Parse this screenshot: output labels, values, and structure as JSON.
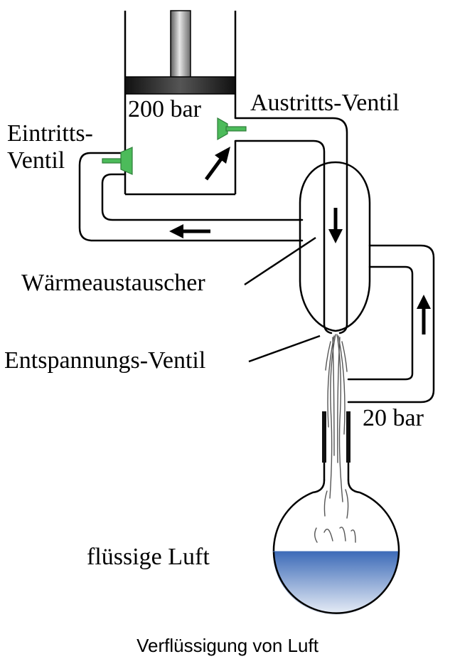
{
  "labels": {
    "pressure_high": "200 bar",
    "outlet_valve": "Austritts-Ventil",
    "inlet_valve_line1": "Eintritts-",
    "inlet_valve_line2": "Ventil",
    "heat_exchanger": "Wärmeaustauscher",
    "expansion_valve": "Entspannungs-Ventil",
    "pressure_low": "20 bar",
    "liquid_air": "flüssige Luft"
  },
  "caption": "Verflüssigung von Luft",
  "colors": {
    "valve": "#4cbb5a",
    "liquid_top": "#3d6bb8",
    "liquid_bottom": "#ffffff",
    "piston": "#1a1a1a"
  }
}
